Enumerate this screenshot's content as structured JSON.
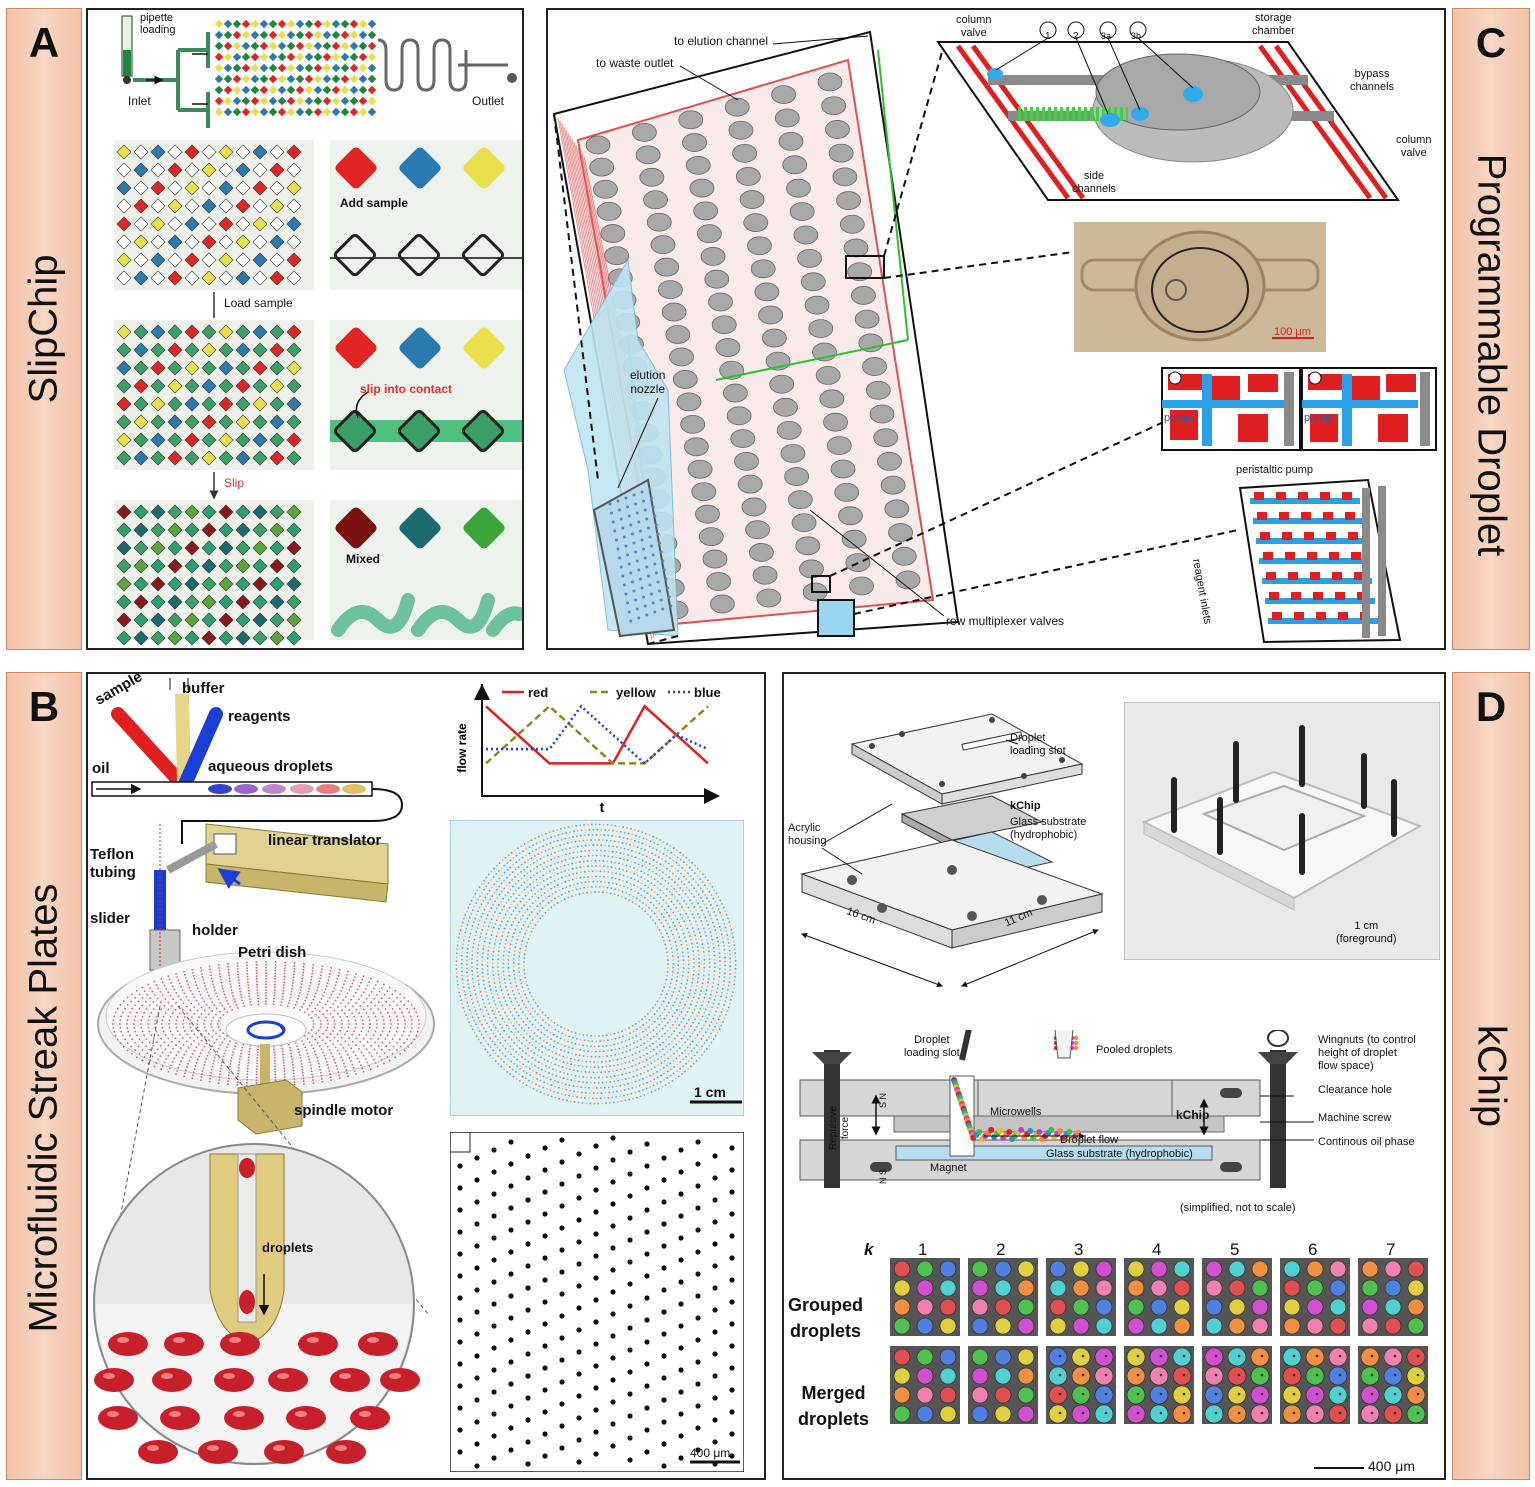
{
  "tabs": {
    "a": {
      "letter": "A",
      "title": "SlipChip"
    },
    "b": {
      "letter": "B",
      "title": "Microfluidic Streak Plates"
    },
    "c": {
      "letter": "C",
      "title": "Programmable Droplet"
    },
    "d": {
      "letter": "D",
      "title": "kChip"
    }
  },
  "slipchip": {
    "pipette": "pipette\nloading",
    "inlet": "Inlet",
    "outlet": "Outlet",
    "add_sample": "Add sample",
    "load_sample": "Load sample",
    "slip_contact": "slip into contact",
    "slip": "Slip",
    "mixed": "Mixed"
  },
  "programmable": {
    "to_elution": "to elution channel",
    "to_waste": "to waste outlet",
    "elution_nozzle": "elution\nnozzle",
    "row_mux": "row multiplexer valves",
    "column_valve": "column\nvalve",
    "storage_chamber": "storage\nchamber",
    "bypass": "bypass\nchannels",
    "column_valve2": "column\nvalve",
    "side_channels": "side\nchannels",
    "c1": "1",
    "c2": "2",
    "c3a": "3a",
    "c3b": "3b",
    "scale_100": "100 μm",
    "pump": "pump",
    "peristaltic": "peristaltic pump",
    "reagent_inlets": "reagent inlets"
  },
  "streak": {
    "sample": "sample",
    "buffer": "buffer",
    "reagents": "reagents",
    "oil": "oil",
    "aqueous": "aqueous droplets",
    "linear": "linear translator",
    "teflon": "Teflon\ntubing",
    "slider": "slider",
    "holder": "holder",
    "petri": "Petri dish",
    "spindle": "spindle motor",
    "droplets": "droplets",
    "scale_1cm": "1 cm",
    "scale_400": "400 μm"
  },
  "chart_data": {
    "type": "line",
    "xlabel": "t",
    "ylabel": "flow rate",
    "x": [
      0,
      1,
      2,
      3,
      4,
      5,
      6,
      7
    ],
    "series": [
      {
        "name": "red",
        "color": "#e02020",
        "style": "solid",
        "values": [
          3,
          2,
          1,
          1,
          1,
          3,
          2,
          1
        ]
      },
      {
        "name": "yellow",
        "color": "#8a8a1a",
        "style": "dashed",
        "values": [
          1,
          2,
          3,
          2,
          1,
          1,
          2,
          3
        ]
      },
      {
        "name": "blue",
        "color": "#1a3fd6",
        "style": "dotted",
        "values": [
          1.5,
          1.5,
          1.5,
          3,
          2,
          1,
          2,
          1.5
        ]
      }
    ]
  },
  "kchip": {
    "loading_slot": "Droplet\nloading slot",
    "acrylic": "Acrylic\nhousing",
    "kchip": "kChip",
    "glass": "Glass substrate\n(hydrophobic)",
    "dim16": "16 cm",
    "dim11": "11 cm",
    "scale_1cm": "1 cm\n(foreground)",
    "loading_slot2": "Droplet\nloading slot",
    "pooled": "Pooled droplets",
    "wingnuts": "Wingnuts (to control\nheight of droplet\nflow space)",
    "clearance": "Clearance hole",
    "machine_screw": "Machine screw",
    "oil_phase": "Continous oil phase",
    "microwells": "Microwells",
    "kchip2": "kChip",
    "droplet_flow": "Droplet flow",
    "glass2": "Glass substrate (hydrophobic)",
    "magnet": "Magnet",
    "repulsive": "Repulsive\nforce",
    "s_n": "S N",
    "n_s": "N S",
    "simplified": "(simplified, not to scale)",
    "k": "k",
    "k_values": [
      "1",
      "2",
      "3",
      "4",
      "5",
      "6",
      "7"
    ],
    "grouped": "Grouped\ndroplets",
    "merged": "Merged\ndroplets",
    "scale_400": "400 μm"
  }
}
